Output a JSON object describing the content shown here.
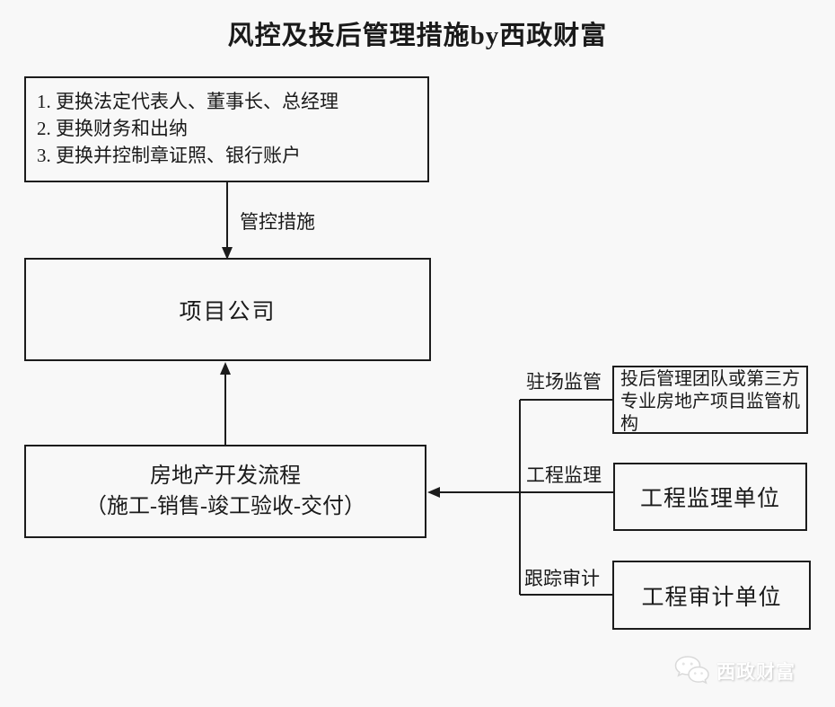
{
  "title": "风控及投后管理措施by西政财富",
  "boxes": {
    "measures": {
      "lines": [
        "1. 更换法定代表人、董事长、总经理",
        "2. 更换财务和出纳",
        "3. 更换并控制章证照、银行账户"
      ]
    },
    "project": {
      "label": "项目公司"
    },
    "development": {
      "line1": "房地产开发流程",
      "line2": "（施工-销售-竣工验收-交付）"
    },
    "team": {
      "label": "投后管理团队或第三方专业房地产项目监管机构"
    },
    "supervision": {
      "label": "工程监理单位"
    },
    "audit": {
      "label": "工程审计单位"
    }
  },
  "connector_labels": {
    "control": "管控措施",
    "onsite": "驻场监管",
    "engineering": "工程监理",
    "tracking": "跟踪审计"
  },
  "watermark": {
    "text": "西政财富"
  },
  "colors": {
    "background": "#f8f8f8",
    "line": "#1c1c1c",
    "watermark_text": "#ffffff",
    "watermark_shadow": "#c6c6c6"
  }
}
